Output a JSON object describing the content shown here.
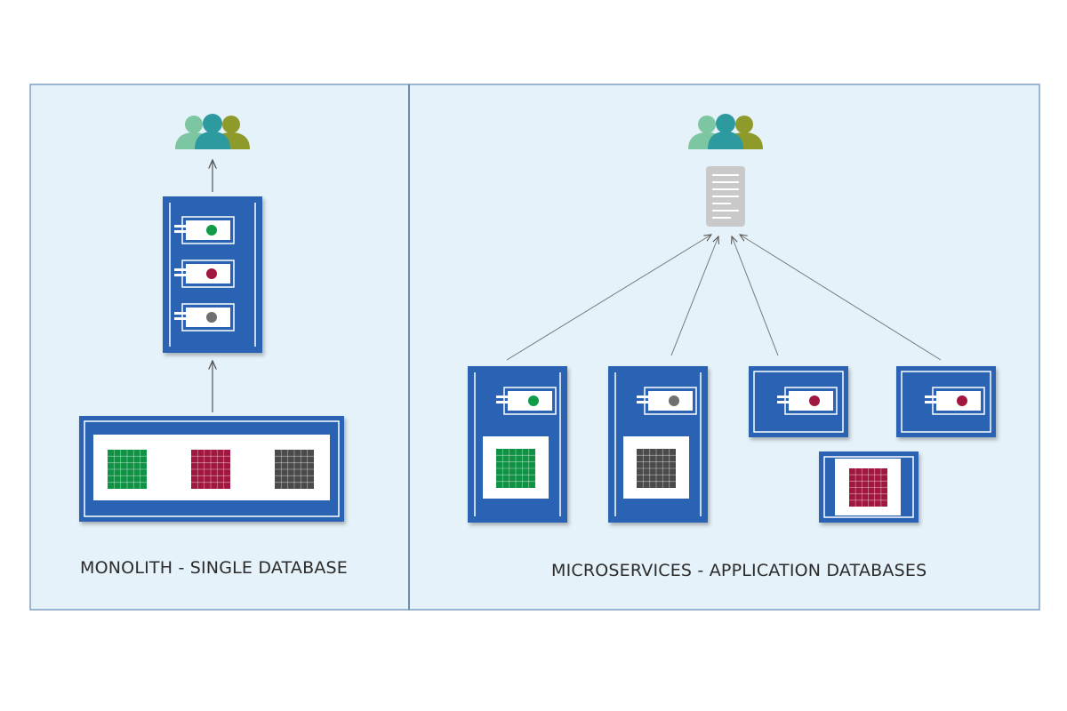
{
  "captions": {
    "left": "MONOLITH - SINGLE DATABASE",
    "right": "MICROSERVICES - APPLICATION DATABASES"
  },
  "colors": {
    "background": "#e5f2f9",
    "frame_border": "#7fa1c6",
    "divider": "#5d7fa6",
    "service_blue": "#2b64b3",
    "db_green": "#0f9244",
    "db_crimson": "#a2173f",
    "db_gray": "#4a4a4a",
    "dot_green": "#0f9b48",
    "dot_crimson": "#a2173f",
    "dot_gray": "#6f6f6f",
    "user_left": "#7cc7a1",
    "user_center": "#2d9aa0",
    "user_right": "#8e9b2b",
    "gateway": "#c9c9c9",
    "arrow": "#555555"
  },
  "icons": {
    "users": "users-group-icon",
    "gateway": "server-document-icon",
    "module": "module-component-icon",
    "database": "database-grid-icon"
  },
  "monolith": {
    "modules": [
      "green",
      "crimson",
      "gray"
    ],
    "databases": [
      "green",
      "crimson",
      "gray"
    ]
  },
  "microservices": {
    "services": [
      {
        "module": "green",
        "database": "green"
      },
      {
        "module": "gray",
        "database": "gray"
      },
      {
        "module": "crimson",
        "database": "crimson"
      },
      {
        "module": "crimson",
        "database": null
      }
    ]
  }
}
